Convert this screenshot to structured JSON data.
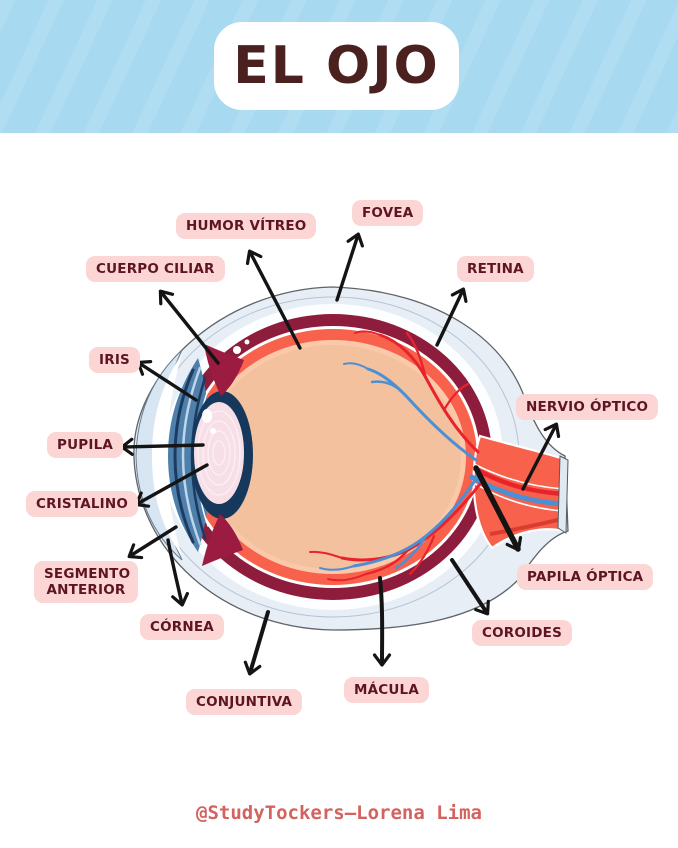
{
  "header": {
    "title": "EL OJO"
  },
  "labels": [
    {
      "id": "humor-vitreo",
      "text": "HUMOR VÍTREO"
    },
    {
      "id": "fovea",
      "text": "FOVEA"
    },
    {
      "id": "cuerpo-ciliar",
      "text": "CUERPO CILIAR"
    },
    {
      "id": "retina",
      "text": "RETINA"
    },
    {
      "id": "iris",
      "text": "IRIS"
    },
    {
      "id": "nervio-optico",
      "text": "NERVIO ÓPTICO"
    },
    {
      "id": "pupila",
      "text": "PUPILA"
    },
    {
      "id": "cristalino",
      "text": "CRISTALINO"
    },
    {
      "id": "segmento-anterior",
      "text": "SEGMENTO ANTERIOR"
    },
    {
      "id": "cornea",
      "text": "CÓRNEA"
    },
    {
      "id": "papila-optica",
      "text": "PAPILA ÓPTICA"
    },
    {
      "id": "coroides",
      "text": "COROIDES"
    },
    {
      "id": "conjuntiva",
      "text": "CONJUNTIVA"
    },
    {
      "id": "macula",
      "text": "MÁCULA"
    }
  ],
  "footer": {
    "credit": "@StudyTockers–Lorena Lima"
  },
  "colors": {
    "header_bg": "#a7d9f0",
    "card_bg": "#ffffff",
    "title_text": "#4a211f",
    "label_bg": "#fbd6d4",
    "label_text": "#5e1423",
    "arrow": "#141414",
    "credit_text": "#d4625e",
    "sclera_halo": "#e7eef6",
    "choroid": "#8e1c3c",
    "retina_layer": "#f8614b",
    "vitreous": "#f4c19e",
    "vessel_red": "#e8232b",
    "vessel_blue": "#4b8fd5",
    "iris_blue": "#4f7fab",
    "iris_dark": "#16385c",
    "lens_pink": "#f6dfe6"
  }
}
